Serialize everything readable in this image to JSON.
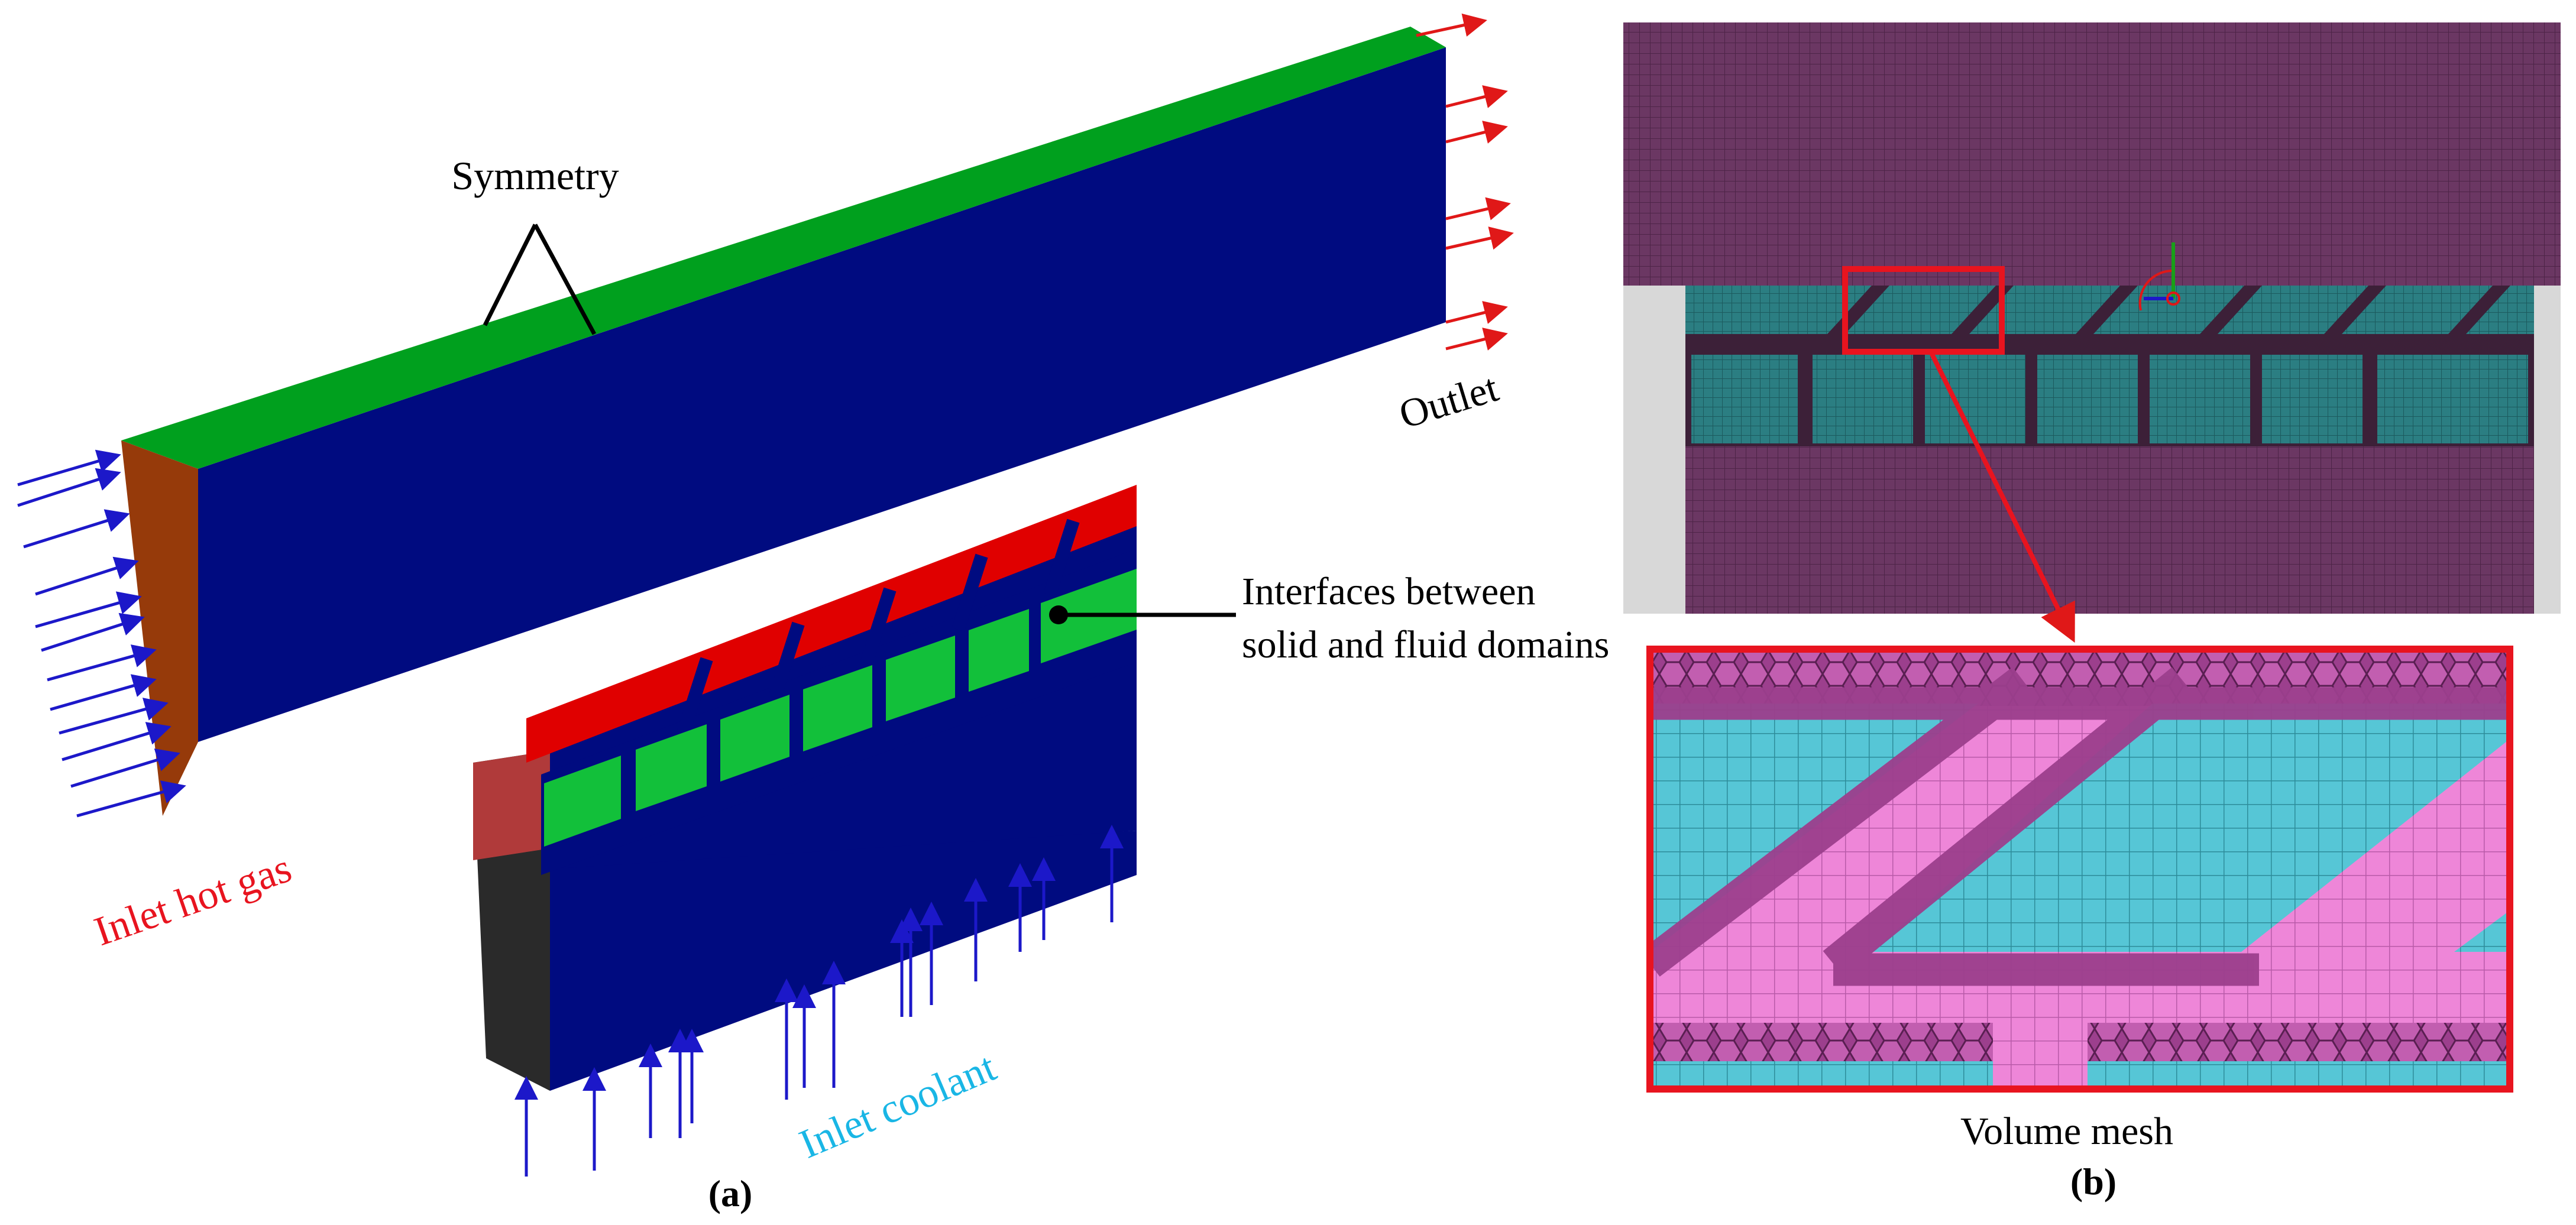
{
  "colors": {
    "solid_blue": "#000b80",
    "symmetry_green": "#00a01e",
    "interface_green": "#12c03a",
    "hot_gas_red": "#e00000",
    "inlet_face_brown": "#963a0a",
    "flow_arrow_blue": "#1c18c9",
    "outlet_arrow_red": "#e01818",
    "mesh_background_purple": "#6b3763",
    "mesh_teal": "#2b7e82",
    "detail_cyan": "#56c6d6",
    "detail_pink": "#ee86d8",
    "highlight_red": "#e8141f",
    "inlet_label_red": "#e8141f",
    "coolant_label_cyan": "#19b6e5"
  },
  "panel_a": {
    "caption": "(a)",
    "labels": {
      "symmetry": "Symmetry",
      "outlet": "Outlet",
      "interfaces_line1": "Interfaces between",
      "interfaces_line2": "solid and fluid domains",
      "inlet_hot_gas": "Inlet hot gas",
      "inlet_coolant": "Inlet coolant"
    }
  },
  "panel_b": {
    "caption": "(b)",
    "labels": {
      "volume_mesh": "Volume mesh"
    }
  }
}
